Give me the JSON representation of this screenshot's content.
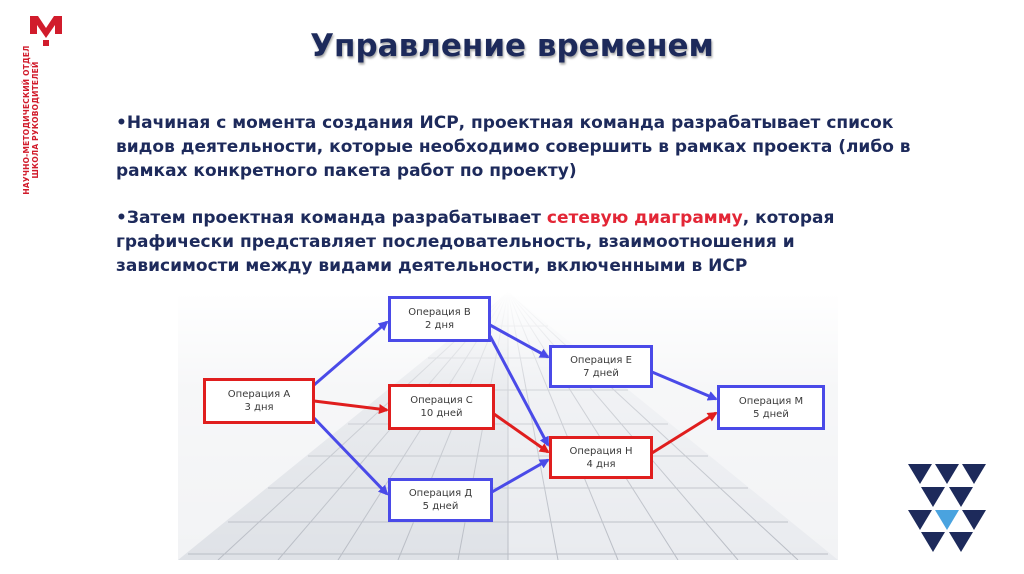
{
  "title": "Управление временем",
  "vertical_text": {
    "line1": "НАУЧНО-МЕТОДИЧЕСКИЙ ОТДЕЛ",
    "line2": "ШКОЛА РУКОВОДИТЕЛЕЙ"
  },
  "paragraph1": "•Начиная с момента создания ИСР, проектная команда разрабатывает список видов деятельности, которые необходимо совершить в рамках проекта (либо в рамках конкретного пакета работ по проекту)",
  "paragraph2": {
    "before": "•Затем проектная команда разрабатывает ",
    "highlight": "сетевую диаграмму",
    "after": ", которая графически представляет последовательность, взаимоотношения и зависимости между видами деятельности, включенными в ИСР"
  },
  "colors": {
    "title": "#1d2a5b",
    "text": "#1d2a5b",
    "highlight": "#e32636",
    "critical_path": "#e01e1e",
    "normal_path": "#4a4ae8",
    "brand_red": "#d11c2c",
    "brand_navy": "#1d2a5b"
  },
  "nodes": {
    "a": {
      "name": "Операция А",
      "duration": "3 дня"
    },
    "b": {
      "name": "Операция В",
      "duration": "2 дня"
    },
    "c": {
      "name": "Операция С",
      "duration": "10 дней"
    },
    "d": {
      "name": "Операция Д",
      "duration": "5 дней"
    },
    "e": {
      "name": "Операция Е",
      "duration": "7 дней"
    },
    "h": {
      "name": "Операция Н",
      "duration": "4 дня"
    },
    "m": {
      "name": "Операция М",
      "duration": "5 дней"
    }
  }
}
